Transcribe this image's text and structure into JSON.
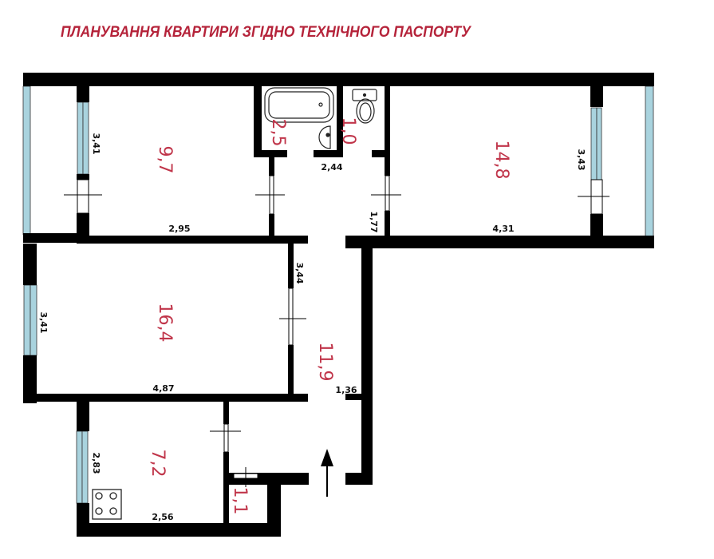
{
  "title": "ПЛАНУВАННЯ КВАРТИРИ ЗГІДНО ТЕХНІЧНОГО ПАСПОРТУ",
  "colors": {
    "title": "#b5233a",
    "area_label": "#c0354a",
    "wall": "#000000",
    "window": "#a9d3de",
    "dimension": "#111111"
  },
  "rooms": [
    {
      "id": "bedroom-left",
      "area": "9,7",
      "dims": [
        "3,41",
        "2,95"
      ]
    },
    {
      "id": "bathroom",
      "area": "2,5",
      "dims": []
    },
    {
      "id": "toilet",
      "area": "1,0",
      "dims": []
    },
    {
      "id": "bedroom-right",
      "area": "14,8",
      "dims": [
        "3,43",
        "4,31"
      ]
    },
    {
      "id": "living-room",
      "area": "16,4",
      "dims": [
        "3,41",
        "4,87",
        "3,44"
      ]
    },
    {
      "id": "corridor",
      "area": "11,9",
      "dims": [
        "2,44",
        "1,77",
        "1,36"
      ]
    },
    {
      "id": "kitchen",
      "area": "7,2",
      "dims": [
        "2,83",
        "2,56"
      ]
    },
    {
      "id": "storage",
      "area": "1,1",
      "dims": []
    }
  ],
  "labels": {
    "bedroom_left_area": "9,7",
    "bedroom_left_height": "3,41",
    "bedroom_left_width": "2,95",
    "bathroom_area": "2,5",
    "toilet_area": "1,0",
    "wc_block_width": "2,44",
    "corridor_top_height": "1,77",
    "bedroom_right_area": "14,8",
    "bedroom_right_height": "3,43",
    "bedroom_right_width": "4,31",
    "living_area": "16,4",
    "living_height": "3,41",
    "living_width": "4,87",
    "living_door_wall": "3,44",
    "corridor_area": "11,9",
    "corridor_width": "1,36",
    "kitchen_area": "7,2",
    "kitchen_height": "2,83",
    "kitchen_width": "2,56",
    "storage_area": "1,1"
  },
  "icons": [
    "bathtub-icon",
    "sink-icon",
    "toilet-icon",
    "stove-icon",
    "entrance-arrow-icon"
  ]
}
